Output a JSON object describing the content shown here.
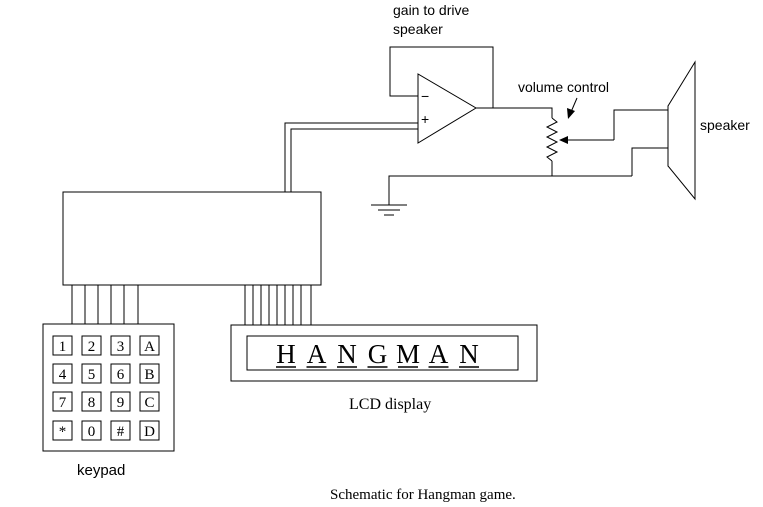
{
  "labels": {
    "gain_line1": "gain to drive",
    "gain_line2": "speaker",
    "volume_control": "volume control",
    "speaker": "speaker",
    "keypad": "keypad",
    "lcd_display": "LCD display",
    "caption": "Schematic for Hangman game."
  },
  "opamp": {
    "minus": "−",
    "plus": "+"
  },
  "lcd": {
    "text": "HANGMAN",
    "letters": [
      "H",
      "A",
      "N",
      "G",
      "M",
      "A",
      "N"
    ]
  },
  "keypad": {
    "keys": [
      [
        "1",
        "2",
        "3",
        "A"
      ],
      [
        "4",
        "5",
        "6",
        "B"
      ],
      [
        "7",
        "8",
        "9",
        "C"
      ],
      [
        "*",
        "0",
        "#",
        "D"
      ]
    ]
  }
}
